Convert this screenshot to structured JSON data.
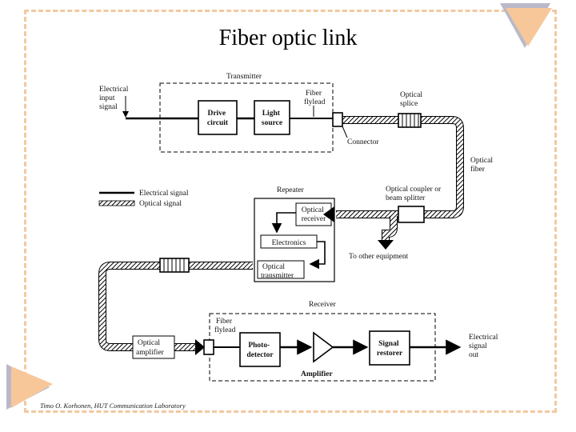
{
  "title": "Fiber optic link",
  "footer": "Timo O. Korhonen, HUT Communication Laboratory",
  "diagram": {
    "transmitter": "Transmitter",
    "electrical_input": [
      "Electrical",
      "input",
      "signal"
    ],
    "drive_circuit": [
      "Drive",
      "circuit"
    ],
    "light_source": [
      "Light",
      "source"
    ],
    "fiber_flylead_top": [
      "Fiber",
      "flylead"
    ],
    "connector": "Connector",
    "optical_splice": [
      "Optical",
      "splice"
    ],
    "optical_fiber": [
      "Optical",
      "fiber"
    ],
    "legend_electrical": "Electrical signal",
    "legend_optical": "Optical signal",
    "repeater": "Repeater",
    "optical_receiver": [
      "Optical",
      "receiver"
    ],
    "electronics": "Electronics",
    "optical_transmitter": [
      "Optical",
      "transmitter"
    ],
    "coupler": [
      "Optical coupler or",
      "beam splitter"
    ],
    "to_other": "To other equipment",
    "receiver": "Receiver",
    "fiber_flylead_bottom": [
      "Fiber",
      "flylead"
    ],
    "optical_amplifier": [
      "Optical",
      "amplifier"
    ],
    "photo_detector": [
      "Photo-",
      "detector"
    ],
    "amplifier": "Amplifier",
    "signal_restorer": [
      "Signal",
      "restorer"
    ],
    "electrical_out": [
      "Electrical",
      "signal",
      "out"
    ]
  }
}
